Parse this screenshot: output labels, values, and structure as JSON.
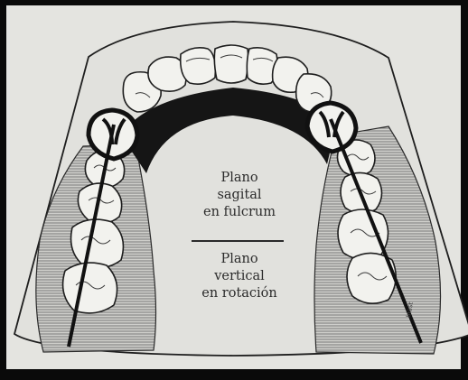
{
  "diagram": {
    "upper_label": {
      "line1": "Plano",
      "line2": "sagital",
      "line3": "en fulcrum"
    },
    "lower_label": {
      "line1": "Plano",
      "line2": "vertical",
      "line3": "en rotación"
    },
    "signature": "Inast",
    "colors": {
      "paper": "#e4e4e0",
      "ink": "#1e1e1e",
      "frame": "#0a0a0a",
      "hatch": "#6e6e6e",
      "connector": "#151515"
    }
  }
}
